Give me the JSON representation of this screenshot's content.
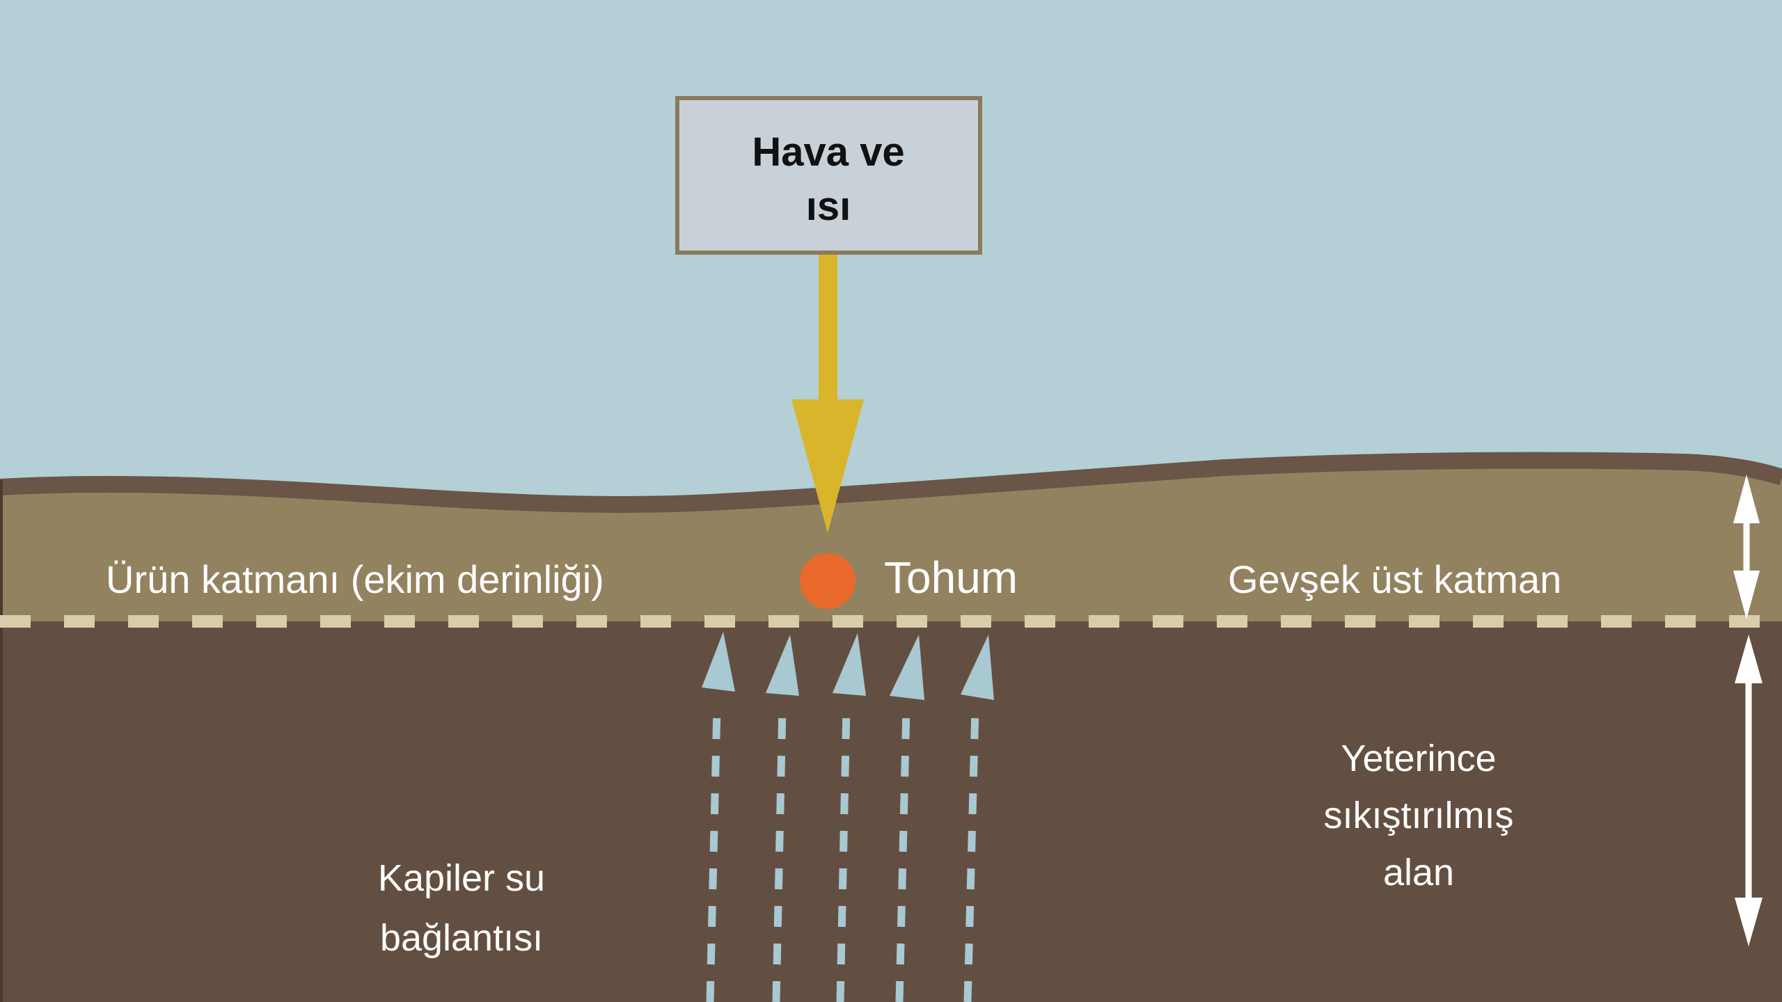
{
  "box": {
    "line1": "Hava ve",
    "line2": "ısı"
  },
  "labels": {
    "crop_layer": "Ürün katmanı (ekim derinliği)",
    "seed": "Tohum",
    "loose_top_layer": "Gevşek üst katman",
    "capillary_line1": "Kapiler su",
    "capillary_line2": "bağlantısı",
    "compacted_line1": "Yeterince",
    "compacted_line2": "sıkıştırılmış",
    "compacted_line3": "alan"
  },
  "colors": {
    "sky": "#b4cfd6",
    "topsoil": "#938260",
    "soil_crust": "#6a5546",
    "subsoil": "#634f41",
    "boundary_dash": "#d8ccaa",
    "arrow_yellow": "#d8b52b",
    "seed": "#e8692b",
    "water": "#a8c8d2",
    "box_fill": "#c9d1d8",
    "box_border": "#8c7a5c"
  }
}
